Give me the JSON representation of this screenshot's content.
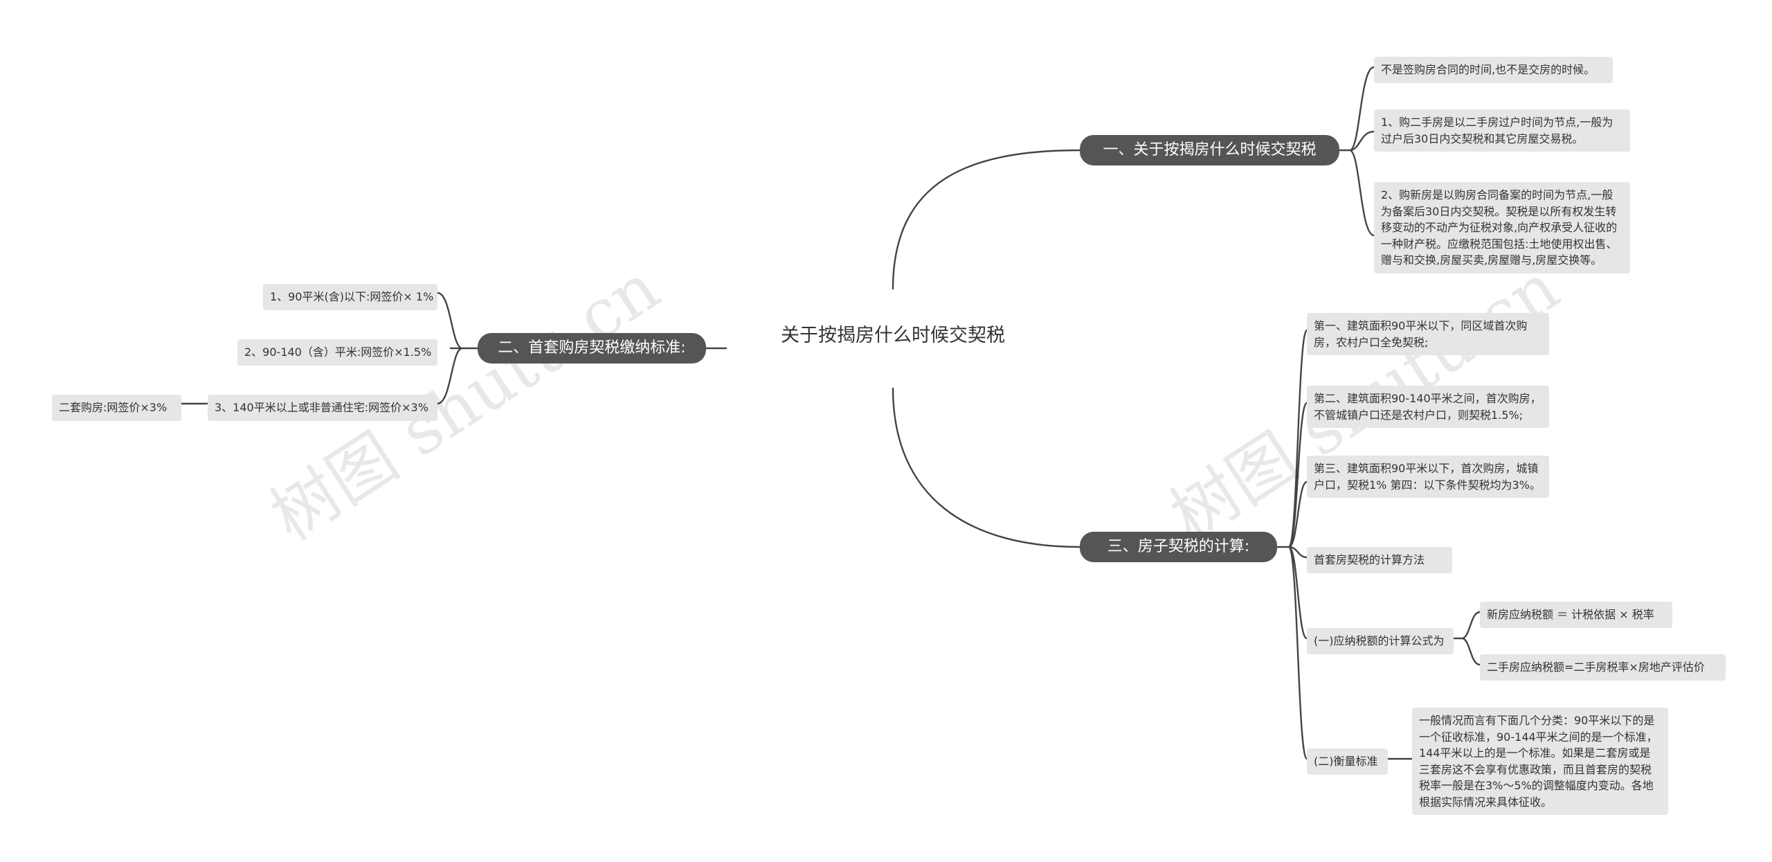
{
  "root": {
    "title": "关于按揭房什么时候交契税"
  },
  "branches": [
    {
      "id": "b1",
      "label": "一、关于按揭房什么时候交契税",
      "children": [
        "不是签购房合同的时间,也不是交房的时候。",
        "1、购二手房是以二手房过户时间为节点,一般为过户后30日内交契税和其它房屋交易税。",
        "2、购新房是以购房合同备案的时间为节点,一般为备案后30日内交契税。契税是以所有权发生转移变动的不动产为征税对象,向产权承受人征收的一种财产税。应缴税范围包括:土地使用权出售、赠与和交换,房屋买卖,房屋赠与,房屋交换等。"
      ]
    },
    {
      "id": "b2",
      "label": "二、首套购房契税缴纳标准:",
      "children": [
        "1、90平米(含)以下:网签价× 1%",
        "2、90-140（含）平米:网签价×1.5%",
        "3、140平米以上或非普通住宅:网签价×3%"
      ],
      "grandchild": "二套购房:网签价×3%"
    },
    {
      "id": "b3",
      "label": "三、房子契税的计算:",
      "children": [
        "第一、建筑面积90平米以下，同区域首次购房，农村户口全免契税;",
        "第二、建筑面积90-140平米之间，首次购房，不管城镇户口还是农村户口，则契税1.5%;",
        "第三、建筑面积90平米以下，首次购房，城镇户口，契税1% 第四：以下条件契税均为3%。",
        "首套房契税的计算方法",
        "(一)应纳税额的计算公式为",
        "(二)衡量标准"
      ],
      "formula": [
        "新房应纳税额 ＝ 计税依据 × 税率",
        "二手房应纳税额=二手房税率×房地产评估价"
      ],
      "standard": "一般情况而言有下面几个分类：90平米以下的是一个征收标准，90-144平米之间的是一个标准，144平米以上的是一个标准。如果是二套房或是三套房这不会享有优惠政策，而且首套房的契税税率一般是在3%～5%的调整幅度内变动。各地根据实际情况来具体征收。"
    }
  ],
  "watermark": [
    "树图 shutu.cn",
    "树图 shutu.cn"
  ],
  "colors": {
    "branch_bg": "#555555",
    "leaf_bg": "#e6e6e6",
    "line": "#444444"
  }
}
